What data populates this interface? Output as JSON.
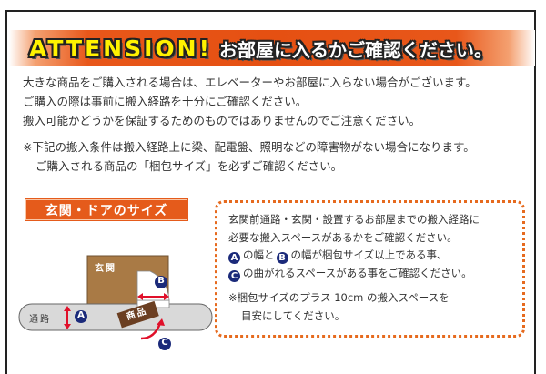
{
  "banner": {
    "attention": "ATTENSION!",
    "title": "お部屋に入るかご確認ください。"
  },
  "intro": {
    "lines": [
      "大きな商品をご購入される場合は、エレベーターやお部屋に入らない場合がございます。",
      "ご購入の際は事前に搬入経路を十分にご確認ください。",
      "搬入可能かどうかを保証するためのものではありませんのでご注意ください。"
    ]
  },
  "note": {
    "lines": [
      "※下記の搬入条件は搬入経路上に梁、配電盤、照明などの障害物がない場合になります。",
      "ご購入される商品の「梱包サイズ」を必ずご確認ください。"
    ]
  },
  "section": {
    "title": "玄関・ドアのサイズ"
  },
  "diagram": {
    "entrance_label": "玄関",
    "passage_label": "通路",
    "product_label": "商品",
    "markers": [
      "A",
      "B",
      "C"
    ],
    "colors": {
      "entrance": "#a97a45",
      "passage": "#d9d9d9",
      "product": "#6b3f22",
      "marker": "#1b2a7a",
      "arrow": "#e0102a"
    }
  },
  "info": {
    "line1": "玄関前通路・玄関・設置するお部屋までの搬入経路に",
    "line2": "必要な搬入スペースがあるかをご確認ください。",
    "marker_a": "A",
    "line3a": "の幅と",
    "marker_b": "B",
    "line3b": "の幅が梱包サイズ以上である事、",
    "marker_c": "C",
    "line4": "の曲がれるスペースがある事をご確認ください。",
    "note1": "※梱包サイズのプラス 10cm の搬入スペースを",
    "note2": "目安にしてください。"
  },
  "colors": {
    "accent": "#e55b1b",
    "attention_text": "#fff200",
    "dotted_border": "#e66a1e"
  }
}
